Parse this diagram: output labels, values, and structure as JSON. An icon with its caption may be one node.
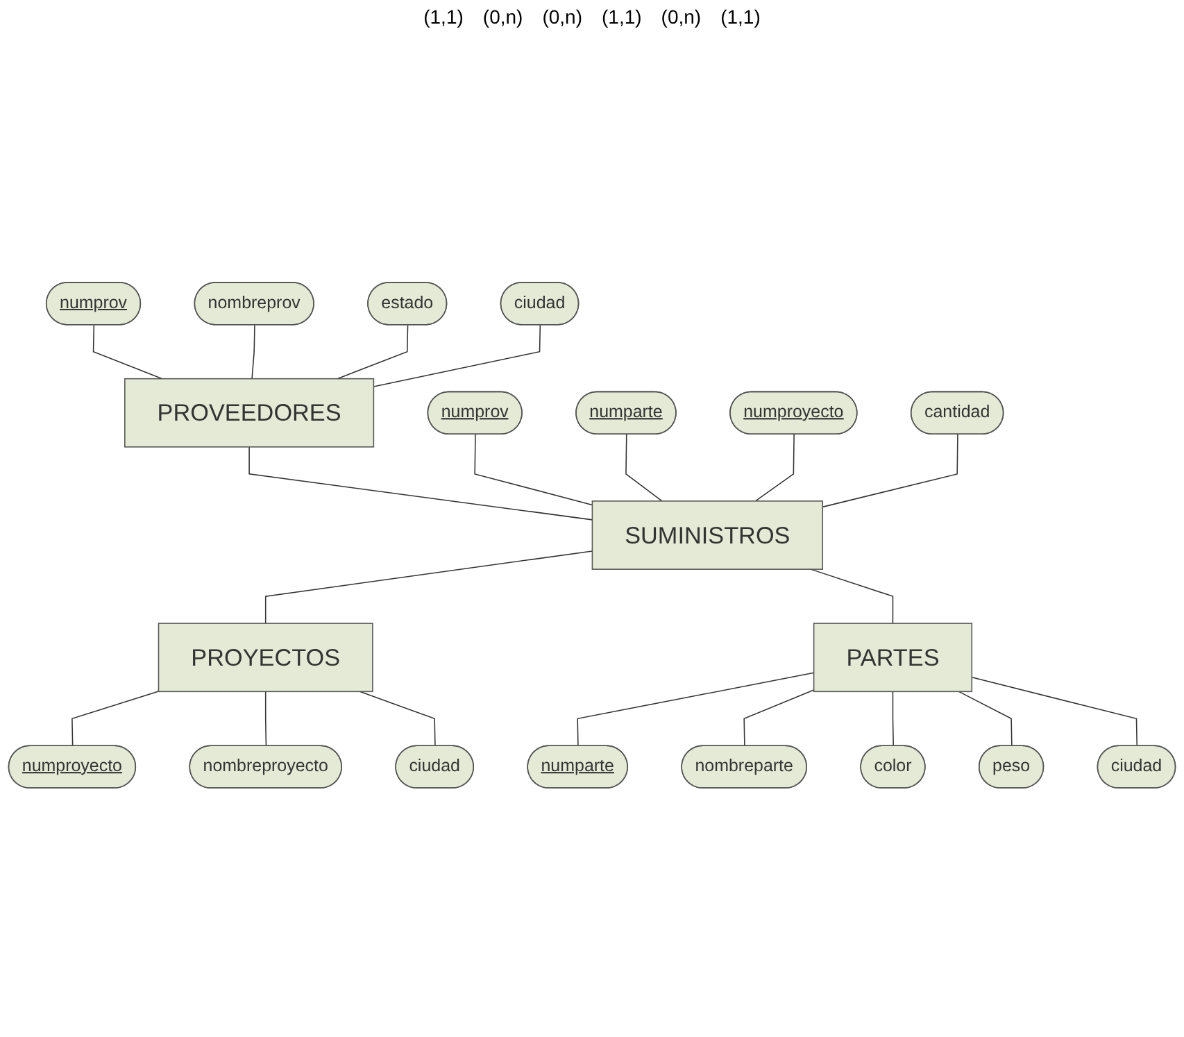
{
  "diagram": {
    "nodes": [
      {
        "text": [
          "PROVEEDORES"
        ]
      },
      {
        "text": [
          "numprov"
        ]
      },
      {
        "text": [
          "nombreprov"
        ]
      },
      {
        "text": [
          "estado"
        ]
      },
      {
        "text": [
          "ciudad"
        ]
      },
      {
        "text": [
          "SUMINISTROS"
        ]
      },
      {
        "text": [
          "numprov"
        ]
      },
      {
        "text": [
          "numparte"
        ]
      },
      {
        "text": [
          "numproyecto"
        ]
      },
      {
        "text": [
          "cantidad"
        ]
      },
      {
        "text": [
          "PROYECTOS"
        ]
      },
      {
        "text": [
          "numproyecto"
        ]
      },
      {
        "text": [
          "nombreproyecto"
        ]
      },
      {
        "text": [
          "ciudad"
        ]
      },
      {
        "text": [
          "PARTES"
        ]
      },
      {
        "text": [
          "numparte"
        ]
      },
      {
        "text": [
          "nombreparte"
        ]
      },
      {
        "text": [
          "color"
        ]
      },
      {
        "text": [
          "peso"
        ]
      },
      {
        "text": [
          "ciudad"
        ]
      }
    ],
    "edges": [
      {
        "from": 1,
        "to": 0,
        "arrow": "none"
      },
      {
        "from": 2,
        "to": 0,
        "arrow": "none"
      },
      {
        "from": 3,
        "to": 0,
        "arrow": "none"
      },
      {
        "from": 4,
        "to": 0,
        "arrow": "none"
      },
      {
        "from": 0,
        "to": 5,
        "arrow": "none"
      },
      {
        "from": 6,
        "to": 5,
        "arrow": "none"
      },
      {
        "from": 7,
        "to": 5,
        "arrow": "none"
      },
      {
        "from": 8,
        "to": 5,
        "arrow": "none"
      },
      {
        "from": 9,
        "to": 5,
        "arrow": "none"
      },
      {
        "from": 5,
        "to": 10,
        "arrow": "none"
      },
      {
        "from": 10,
        "to": 11,
        "arrow": "none"
      },
      {
        "from": 10,
        "to": 12,
        "arrow": "none"
      },
      {
        "from": 10,
        "to": 13,
        "arrow": "none"
      },
      {
        "from": 5,
        "to": 14,
        "arrow": "none"
      },
      {
        "from": 14,
        "to": 15,
        "arrow": "none"
      },
      {
        "from": 14,
        "to": 16,
        "arrow": "none"
      },
      {
        "from": 14,
        "to": 17,
        "arrow": "none"
      },
      {
        "from": 14,
        "to": 18,
        "arrow": "none"
      },
      {
        "from": 14,
        "to": 19,
        "arrow": "none"
      }
    ],
    "labels": [
      "(1,1)",
      "(0,n)",
      "(0,n)",
      "(1,1)",
      "(0,n)",
      "(1,1)"
    ]
  }
}
